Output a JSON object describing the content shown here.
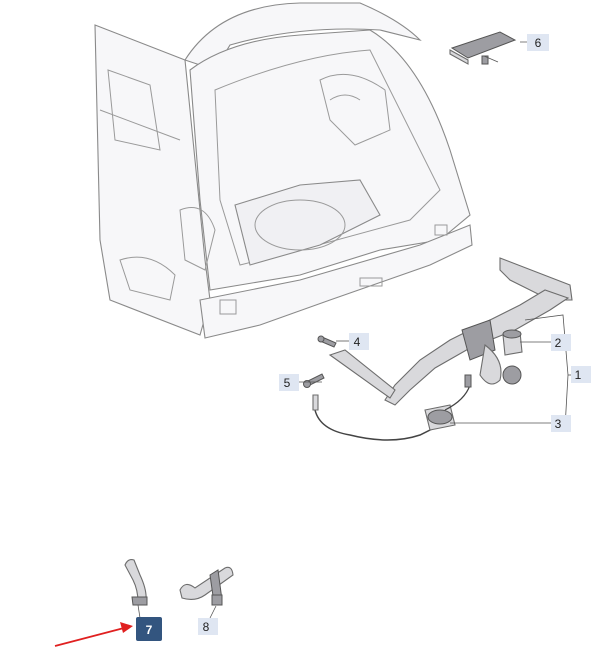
{
  "callouts": [
    {
      "id": "c1",
      "label": "1"
    },
    {
      "id": "c2",
      "label": "2"
    },
    {
      "id": "c3",
      "label": "3"
    },
    {
      "id": "c4",
      "label": "4"
    },
    {
      "id": "c5",
      "label": "5"
    },
    {
      "id": "c6",
      "label": "6"
    },
    {
      "id": "c7",
      "label": "7",
      "highlighted": true
    },
    {
      "id": "c8",
      "label": "8"
    }
  ],
  "colors": {
    "callout_fill": "#dfe6f2",
    "callout_highlight_fill": "#33557f",
    "arrow": "#e02020"
  }
}
